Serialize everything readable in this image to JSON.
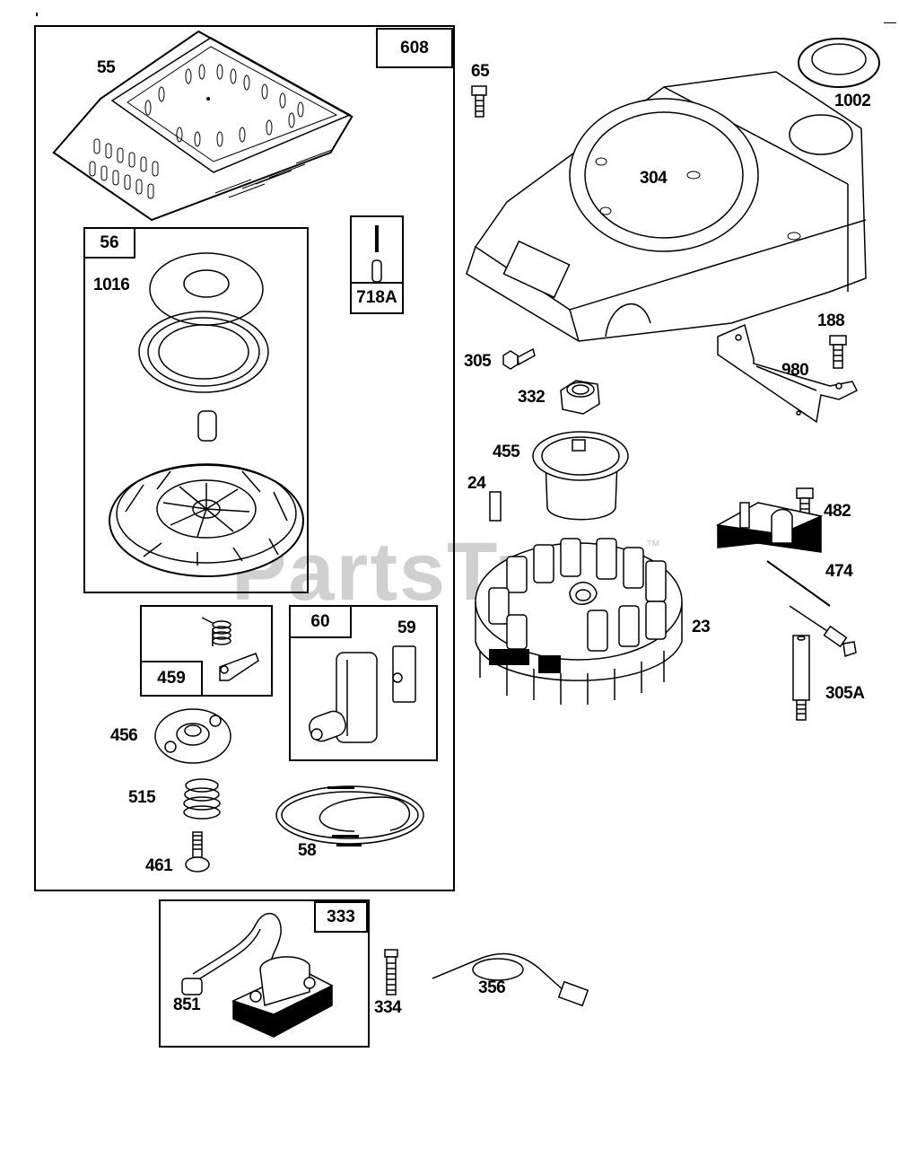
{
  "diagram": {
    "type": "exploded parts diagram",
    "watermark": "PartsTree",
    "watermark_tm": "™",
    "group_boxes": {
      "rewind_starter_assembly": "608",
      "starter_pulley_assembly": "56",
      "pin_kit": "718A",
      "pawl_kit": "459",
      "starter_handle_kit": "60",
      "armature_kit": "333"
    },
    "parts": {
      "p55": "55",
      "p1016": "1016",
      "p456": "456",
      "p515": "515",
      "p461": "461",
      "p58": "58",
      "p59": "59",
      "p65": "65",
      "p1002": "1002",
      "p304": "304",
      "p305": "305",
      "p332": "332",
      "p188": "188",
      "p980": "980",
      "p455": "455",
      "p24": "24",
      "p23": "23",
      "p482": "482",
      "p474": "474",
      "p305A": "305A",
      "p851": "851",
      "p334": "334",
      "p356": "356"
    }
  }
}
